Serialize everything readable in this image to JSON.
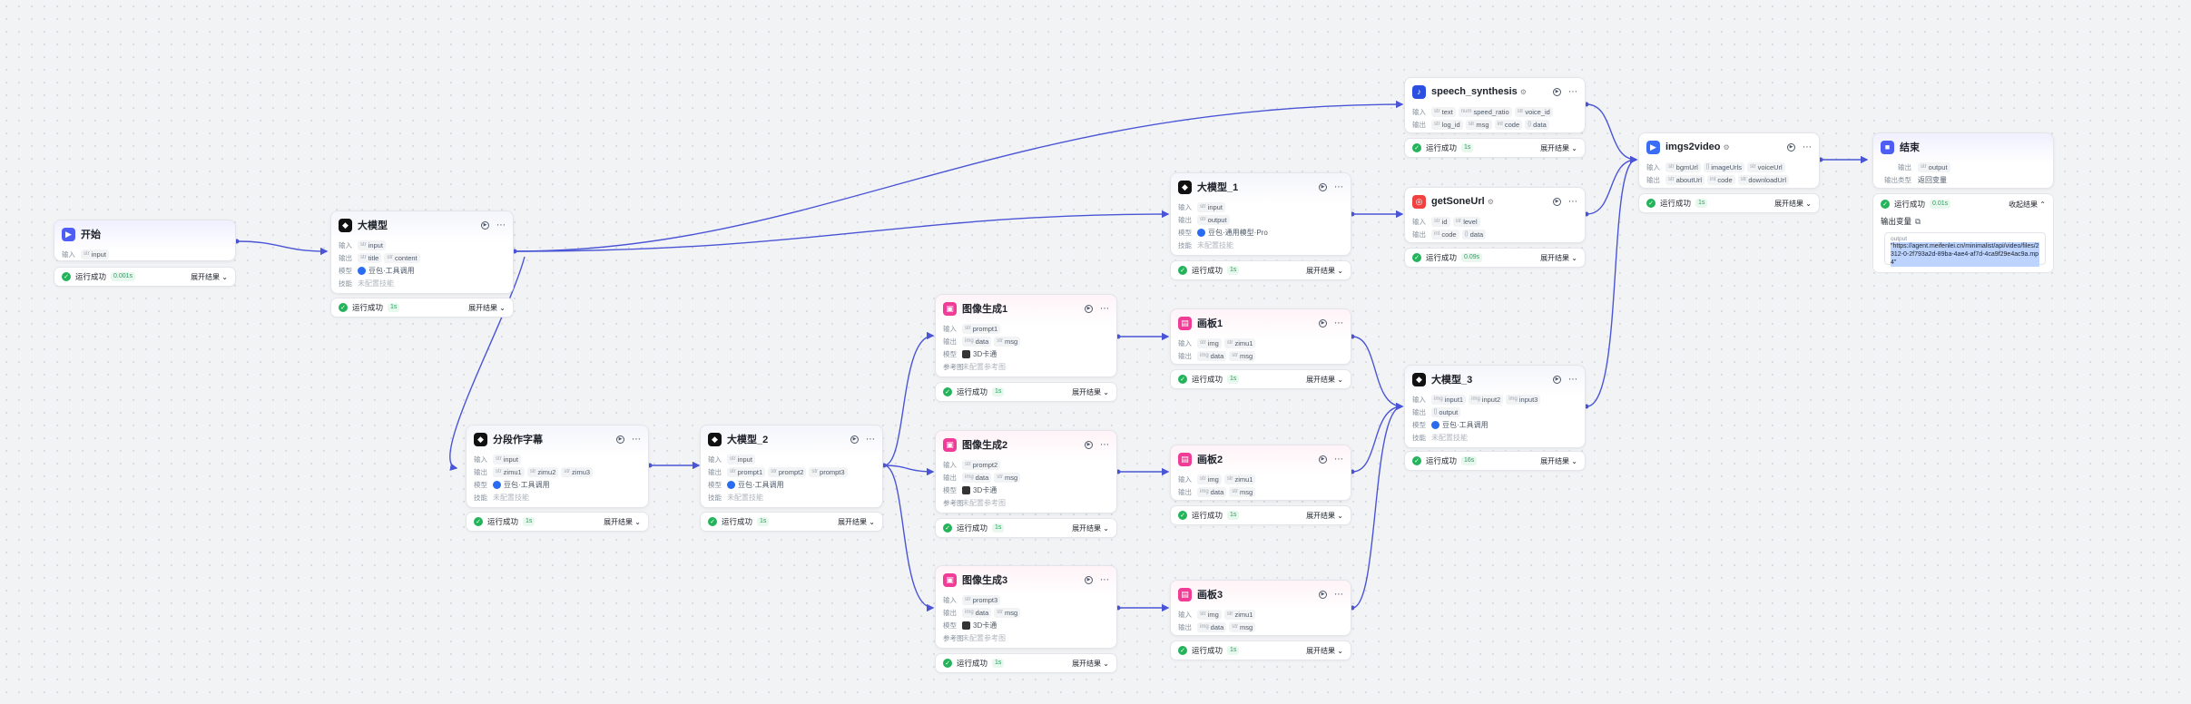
{
  "common": {
    "input_label": "输入",
    "output_label": "输出",
    "model_label": "模型",
    "skill_label": "技能",
    "ref_label": "参考图",
    "status_ok": "运行成功",
    "expand": "展开结果",
    "collapse": "收起结果",
    "skill_empty": "未配置技能",
    "ref_empty": "未配置参考图",
    "output_type_label": "输出类型",
    "output_var": "输出变量"
  },
  "nodes": {
    "start": {
      "title": "开始",
      "inputs": [
        "input"
      ],
      "time": "0.001s"
    },
    "llm": {
      "title": "大模型",
      "inputs": [
        "input"
      ],
      "outputs": [
        "title",
        "content"
      ],
      "model": "豆包·工具调用",
      "time": "1s"
    },
    "llm1": {
      "title": "大模型_1",
      "inputs": [
        "input"
      ],
      "outputs": [
        "output"
      ],
      "model": "豆包·通用模型·Pro",
      "time": "1s"
    },
    "split": {
      "title": "分段作字幕",
      "inputs": [
        "input"
      ],
      "outputs": [
        "zimu1",
        "zimu2",
        "zimu3"
      ],
      "model": "豆包·工具调用",
      "time": "1s"
    },
    "llm2": {
      "title": "大模型_2",
      "inputs": [
        "input"
      ],
      "outputs": [
        "prompt1",
        "prompt2",
        "prompt3"
      ],
      "model": "豆包·工具调用",
      "time": "1s"
    },
    "img1": {
      "title": "图像生成1",
      "inputs": [
        "prompt1"
      ],
      "outputs": [
        "data",
        "msg"
      ],
      "model": "3D卡通",
      "time": "1s"
    },
    "img2": {
      "title": "图像生成2",
      "inputs": [
        "prompt2"
      ],
      "outputs": [
        "data",
        "msg"
      ],
      "model": "3D卡通",
      "time": "1s"
    },
    "img3": {
      "title": "图像生成3",
      "inputs": [
        "prompt3"
      ],
      "outputs": [
        "data",
        "msg"
      ],
      "model": "3D卡通",
      "time": "1s"
    },
    "board1": {
      "title": "画板1",
      "inputs": [
        "img",
        "zimu1"
      ],
      "outputs": [
        "data",
        "msg"
      ],
      "time": "1s"
    },
    "board2": {
      "title": "画板2",
      "inputs": [
        "img",
        "zimu1"
      ],
      "outputs": [
        "data",
        "msg"
      ],
      "time": "1s"
    },
    "board3": {
      "title": "画板3",
      "inputs": [
        "img",
        "zimu1"
      ],
      "outputs": [
        "data",
        "msg"
      ],
      "time": "1s"
    },
    "speech": {
      "title": "speech_synthesis",
      "inputs": [
        "text",
        "speed_ratio",
        "voice_id"
      ],
      "outputs": [
        "log_id",
        "msg",
        "code",
        "data"
      ],
      "time": "1s"
    },
    "song": {
      "title": "getSoneUrl",
      "inputs": [
        "id",
        "level"
      ],
      "outputs": [
        "code",
        "data"
      ],
      "time": "0.09s"
    },
    "llm3": {
      "title": "大模型_3",
      "inputs": [
        "input1",
        "input2",
        "input3"
      ],
      "outputs": [
        "output"
      ],
      "model": "豆包·工具调用",
      "time": "16s"
    },
    "video": {
      "title": "imgs2video",
      "inputs": [
        "bgmUrl",
        "imageUrls",
        "voiceUrl"
      ],
      "outputs": [
        "aboutUrl",
        "code",
        "downloadUrl"
      ],
      "time": "1s"
    },
    "end": {
      "title": "结束",
      "inputs": [
        "output"
      ],
      "output_type": "返回变量",
      "time": "0.01s",
      "out_key": "output",
      "out_value": "\"https://agent.meifenlei.cn/minimalist/api/video/files/2312-0-2f793a2d-89ba-4ae4-af7d-4ca9f29e4ac9a.mp4\""
    }
  }
}
